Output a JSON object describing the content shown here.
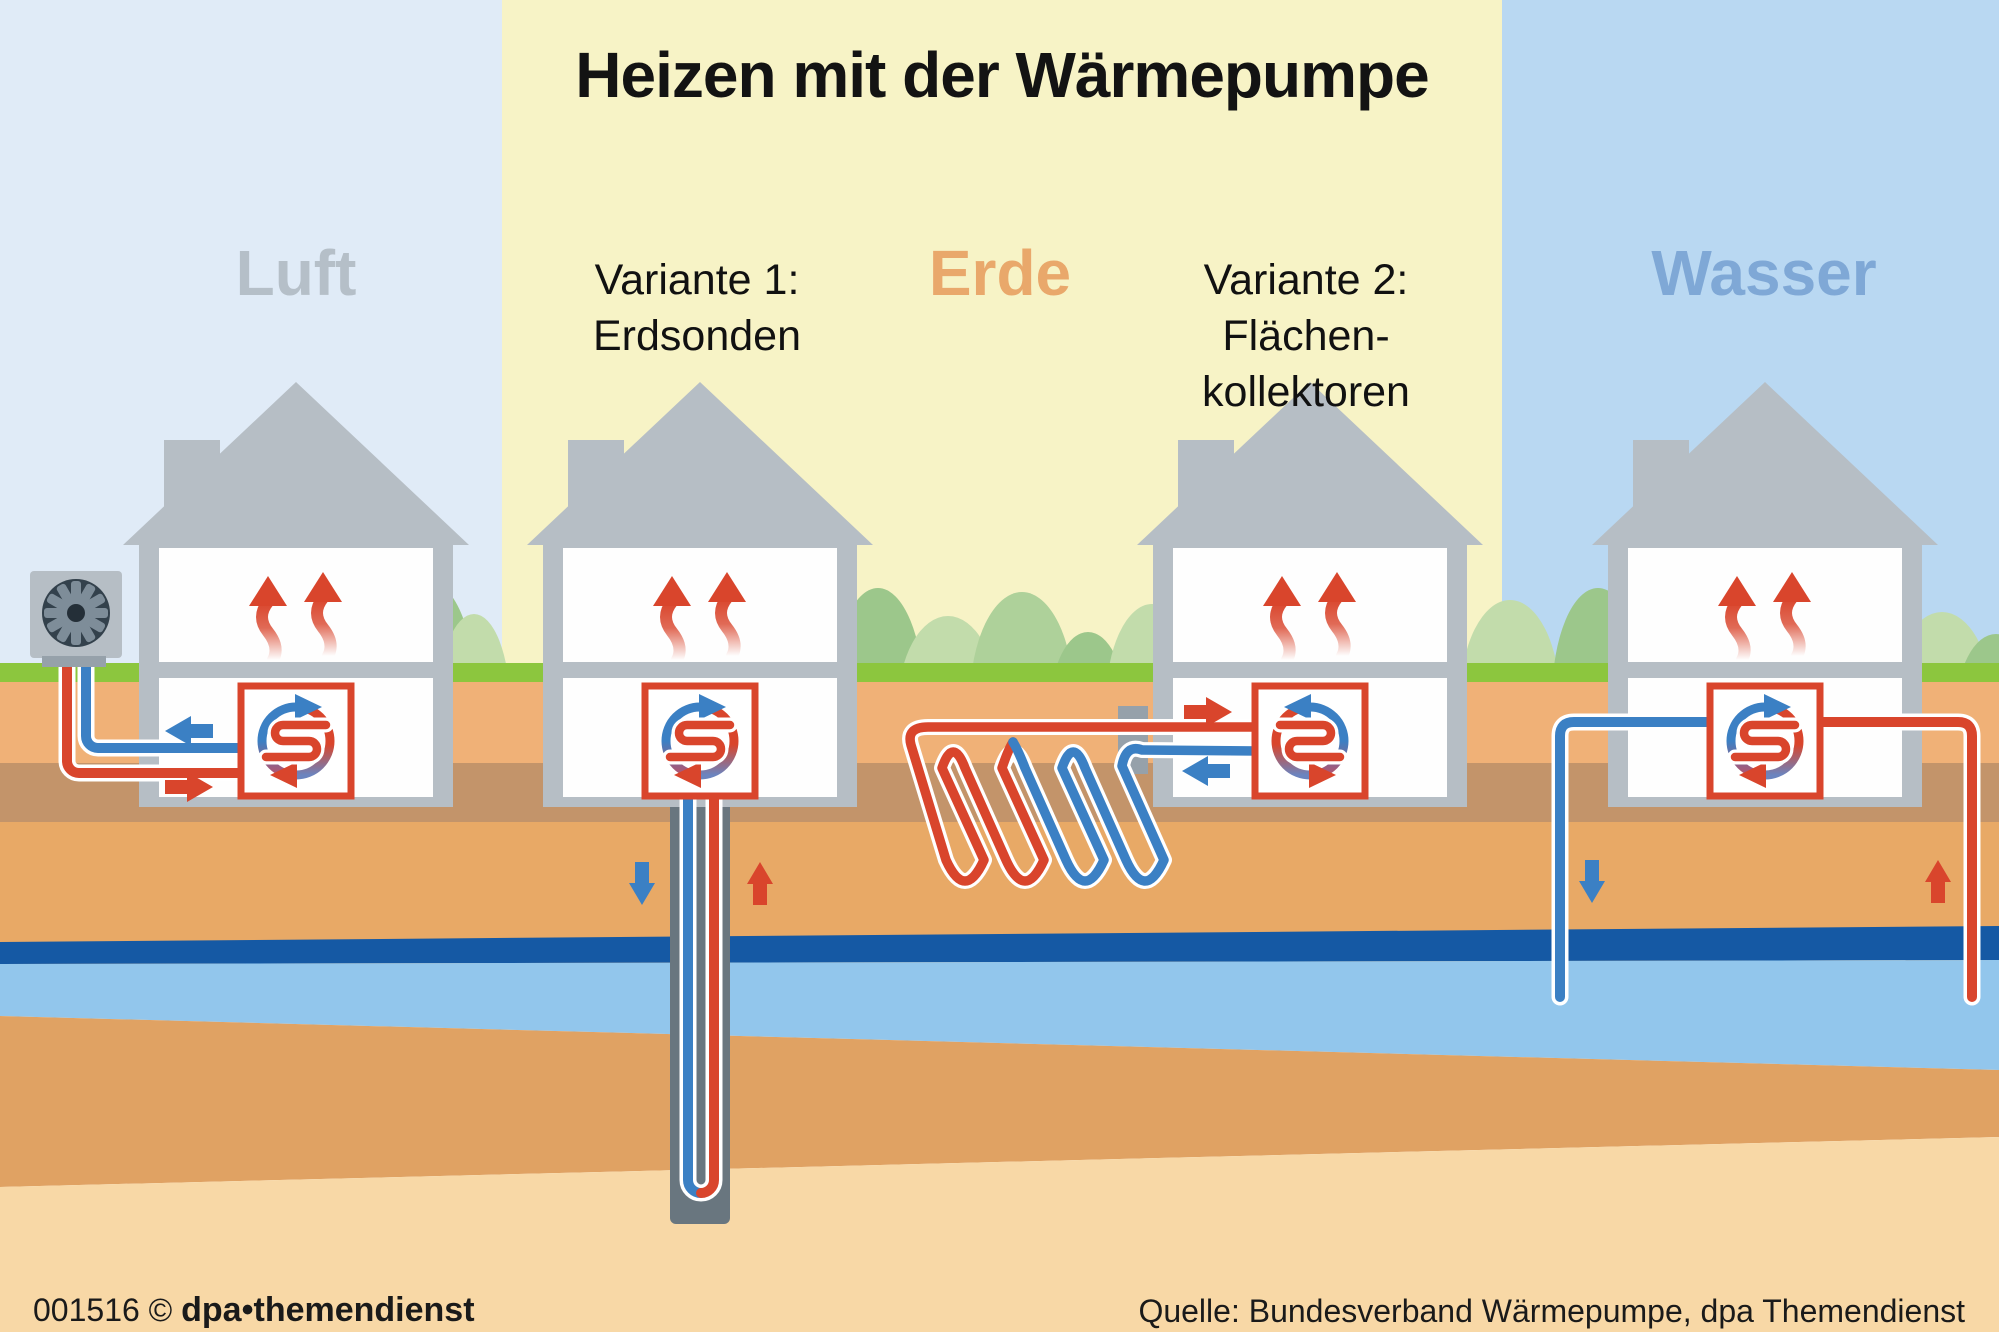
{
  "title": "Heizen mit der Wärmepumpe",
  "columns": {
    "luft": {
      "label": "Luft"
    },
    "variante1": {
      "label": "Variante 1:\nErdsonden"
    },
    "erde": {
      "label": "Erde"
    },
    "variante2": {
      "label": "Variante 2:\nFlächen-\nkollektoren"
    },
    "wasser": {
      "label": "Wasser"
    }
  },
  "houses": [
    {
      "name": "air-source heat pump house",
      "column": "Luft"
    },
    {
      "name": "ground probe heat pump house",
      "column": "Erde",
      "variant": "Variante 1: Erdsonden"
    },
    {
      "name": "surface collector heat pump house",
      "column": "Erde",
      "variant": "Variante 2: Flächenkollektoren"
    },
    {
      "name": "water-source heat pump house",
      "column": "Wasser"
    }
  ],
  "icons": {
    "heat_pump": "heat-pump-circulation-icon",
    "fan_unit": "outdoor-air-fan-icon",
    "heat_rising": "red-heat-arrows-icon",
    "flow_warm": "red-flow-arrow",
    "flow_cold": "blue-flow-arrow"
  },
  "footer": {
    "code": "001516 ©",
    "brand": "dpa•themendienst",
    "source": "Quelle: Bundesverband Wärmepumpe, dpa Themendienst"
  },
  "colors": {
    "sky_air": "#e0ebf7",
    "sky_earth": "#f7f3c6",
    "sky_water": "#b9d8f2",
    "label_luft": "#b5bfc8",
    "label_erde": "#e9a86b",
    "label_wasser": "#7fa8d6",
    "warm_red": "#d9452c",
    "cold_blue": "#3b80c4",
    "grass": "#8cc63e",
    "groundwater": "#92c6ec",
    "groundwater_top": "#1559a4",
    "house_gray": "#b6bec5"
  }
}
